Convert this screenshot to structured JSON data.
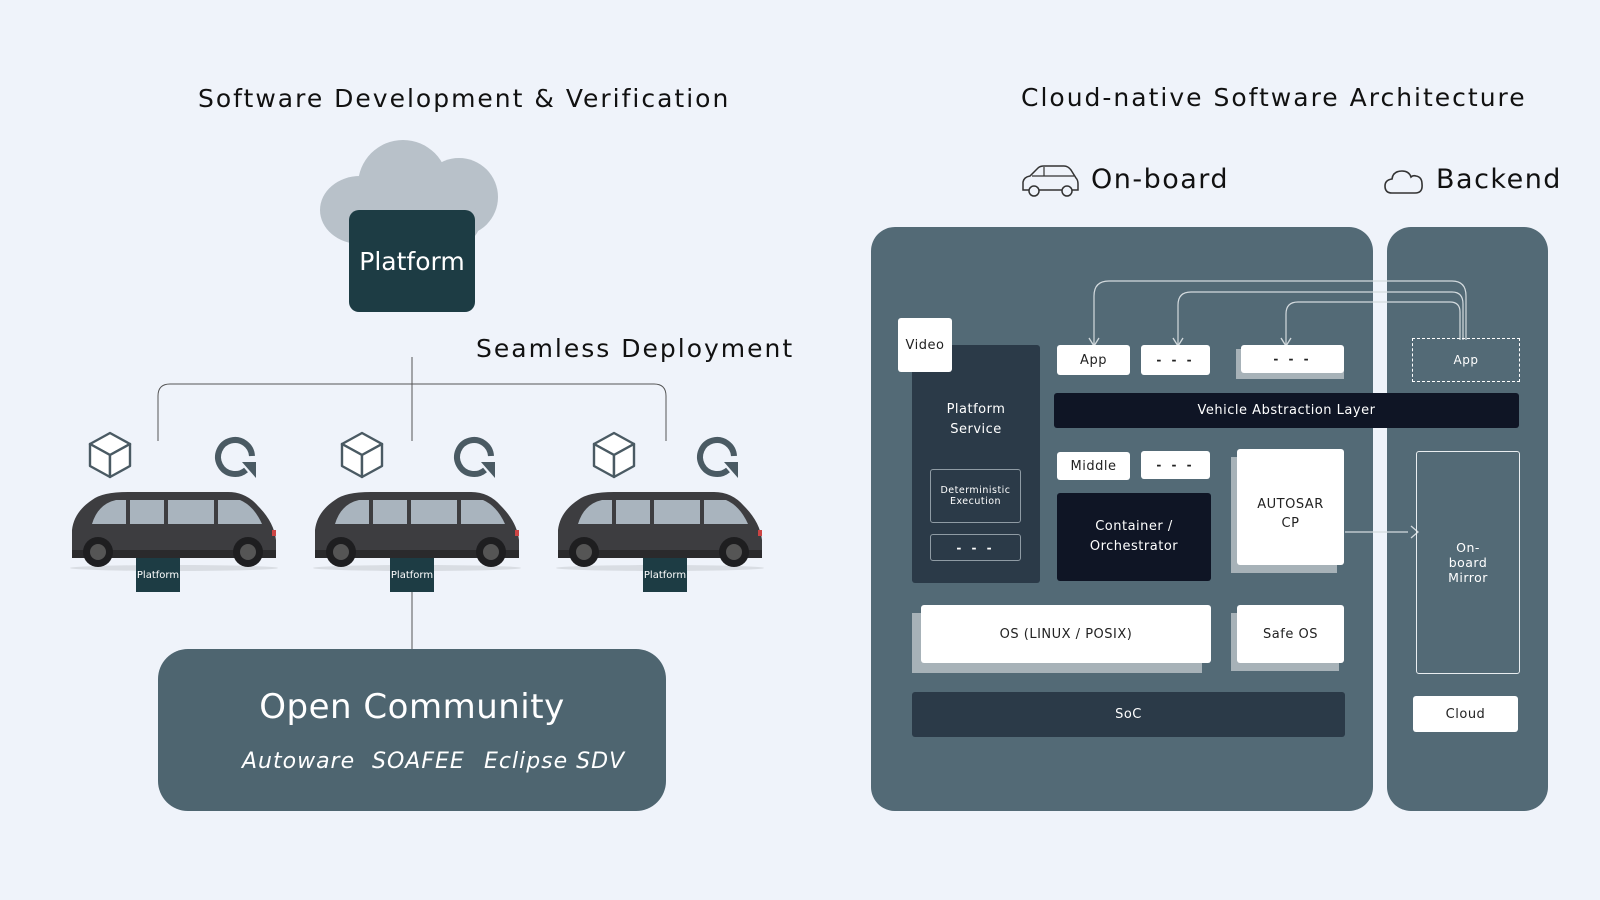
{
  "left": {
    "title": "Software Development & Verification",
    "cloud_platform": "Platform",
    "deployment_label": "Seamless Deployment",
    "car_tags": [
      "Platform",
      "Platform",
      "Platform"
    ],
    "community": {
      "title": "Open Community",
      "items": [
        "Autoware",
        "SOAFEE",
        "Eclipse SDV"
      ]
    }
  },
  "right": {
    "title": "Cloud-native Software Architecture",
    "onboard_label": "On-board",
    "backend_label": "Backend",
    "onboard": {
      "video": "Video",
      "platform_service": "Platform Service",
      "deterministic_execution": "Deterministic Execution",
      "ps_more": "- - -",
      "app": "App",
      "app_more_1": "- - -",
      "app_more_2": "- - -",
      "val": "Vehicle Abstraction Layer",
      "middle": "Middle",
      "middle_more": "- - -",
      "container": "Container / Orchestrator",
      "autosar": "AUTOSAR CP",
      "os": "OS (LINUX / POSIX)",
      "safe_os": "Safe OS",
      "soc": "SoC"
    },
    "backend": {
      "app": "App",
      "mirror": "On-board Mirror",
      "cloud": "Cloud"
    }
  },
  "colors": {
    "background": "#eff3fa",
    "panel": "#536a76",
    "platform_dark": "#1d3c44",
    "navy": "#0f1525",
    "service_block": "#2b3a48",
    "community": "#4e6570"
  }
}
